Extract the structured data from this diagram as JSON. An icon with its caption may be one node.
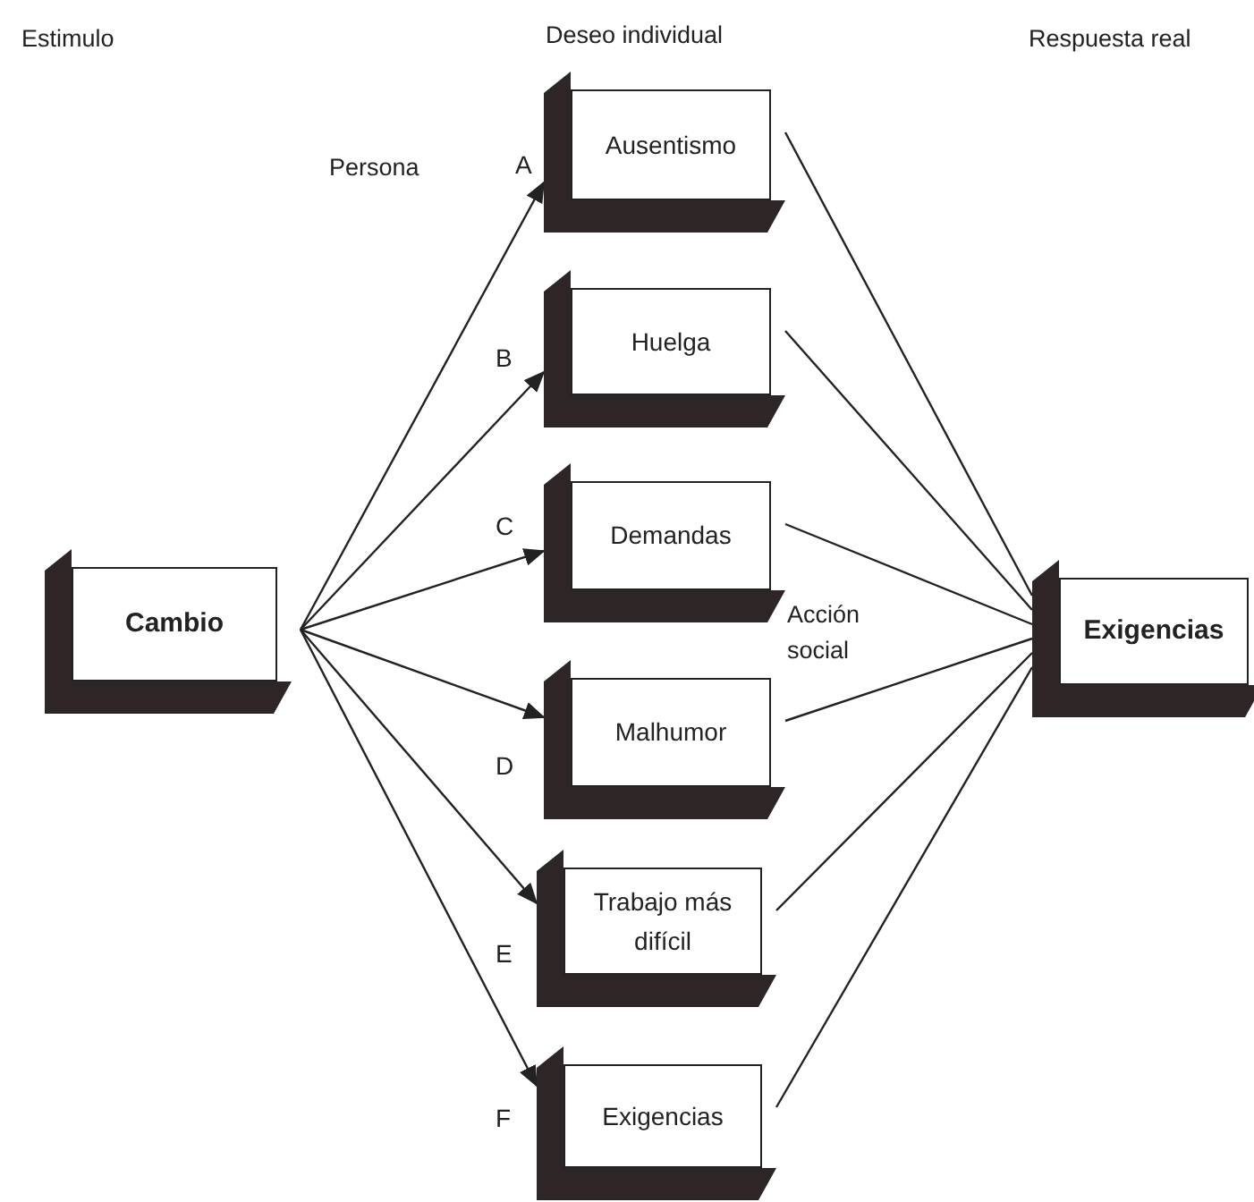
{
  "diagram": {
    "nodes": [
      {
        "text": [
          "Cambio"
        ]
      },
      {
        "text": [
          "Ausentismo"
        ],
        "beside": [
          "A"
        ]
      },
      {
        "text": [
          "Huelga"
        ],
        "beside": [
          "B"
        ]
      },
      {
        "text": [
          "Demandas"
        ],
        "beside": [
          "C"
        ]
      },
      {
        "text": [
          "Malhumor"
        ],
        "beside": [
          "D"
        ]
      },
      {
        "text": [
          "Trabajo más difícil"
        ],
        "beside": [
          "E"
        ]
      },
      {
        "text": [
          "Exigencias"
        ],
        "beside": [
          "F"
        ]
      },
      {
        "text": [
          "Exigencias"
        ]
      }
    ],
    "edges": [
      {
        "from": 0,
        "to": 1,
        "arrow": "to"
      },
      {
        "from": 0,
        "to": 2,
        "arrow": "to"
      },
      {
        "from": 0,
        "to": 3,
        "arrow": "to"
      },
      {
        "from": 0,
        "to": 4,
        "arrow": "to"
      },
      {
        "from": 0,
        "to": 5,
        "arrow": "to"
      },
      {
        "from": 0,
        "to": 6,
        "arrow": "to"
      },
      {
        "from": 1,
        "to": 7,
        "arrow": "none"
      },
      {
        "from": 2,
        "to": 7,
        "arrow": "none"
      },
      {
        "from": 3,
        "to": 7,
        "arrow": "none"
      },
      {
        "from": 4,
        "to": 7,
        "arrow": "none"
      },
      {
        "from": 5,
        "to": 7,
        "arrow": "none"
      },
      {
        "from": 6,
        "to": 7,
        "arrow": "none"
      }
    ],
    "labels": [
      "Estimulo",
      "Deseo individual",
      "Respuesta real",
      "Persona",
      "Acción social"
    ]
  }
}
